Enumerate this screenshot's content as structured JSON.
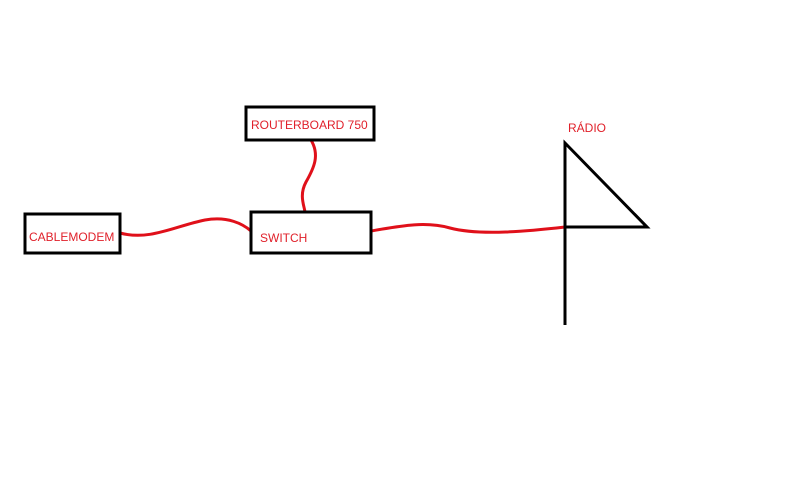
{
  "diagram": {
    "nodes": {
      "cablemodem": "CABLEMODEM",
      "routerboard": "ROUTERBOARD 750",
      "switch": "SWITCH",
      "radio": "RÁDIO"
    },
    "edges": [
      {
        "from": "cablemodem",
        "to": "switch"
      },
      {
        "from": "routerboard",
        "to": "switch"
      },
      {
        "from": "switch",
        "to": "radio"
      }
    ],
    "colors": {
      "wire": "#e0101a",
      "label": "#e0202a",
      "outline": "#000000"
    }
  }
}
